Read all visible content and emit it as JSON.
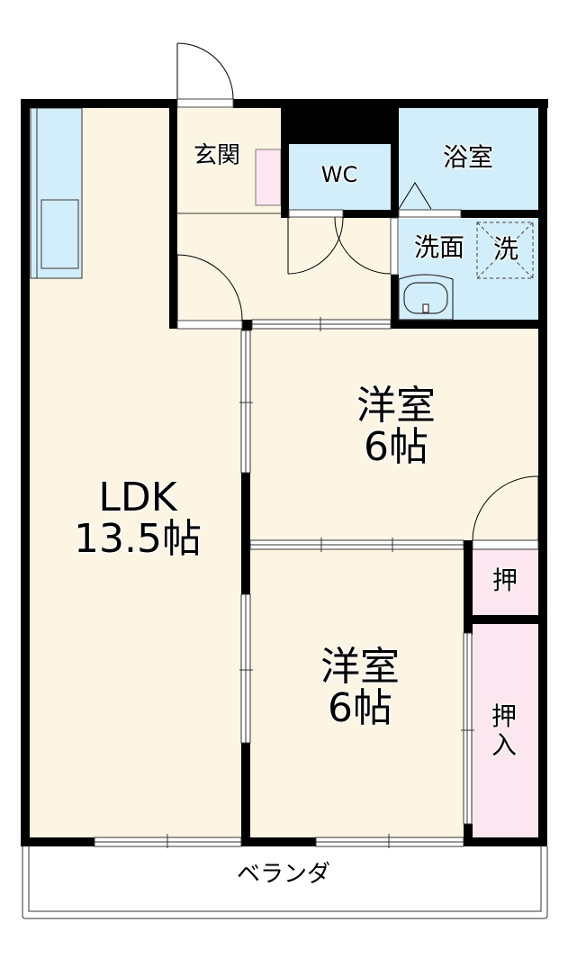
{
  "floor_plan": {
    "layout": "2LDK",
    "colors": {
      "wall": "#000000",
      "living_floor": "#fdf5e3",
      "wet_area": "#d2eefa",
      "storage": "#fce6ef",
      "background": "#ffffff"
    },
    "rooms": {
      "ldk": {
        "name": "LDK",
        "size": "13.5帖"
      },
      "western_room_1": {
        "name": "洋室",
        "size": "6帖"
      },
      "western_room_2": {
        "name": "洋室",
        "size": "6帖"
      },
      "entrance": {
        "name": "玄関"
      },
      "toilet": {
        "name": "WC"
      },
      "bathroom": {
        "name": "浴室"
      },
      "washroom": {
        "name": "洗面"
      },
      "washer_space": {
        "name": "洗"
      },
      "closet_small": {
        "name": "押"
      },
      "closet_large": {
        "name": "押入"
      },
      "veranda": {
        "name": "ベランダ"
      }
    },
    "fixtures": [
      "kitchen-counter",
      "sink",
      "shoe-cabinet",
      "wash-basin",
      "washing-machine-pan"
    ]
  }
}
